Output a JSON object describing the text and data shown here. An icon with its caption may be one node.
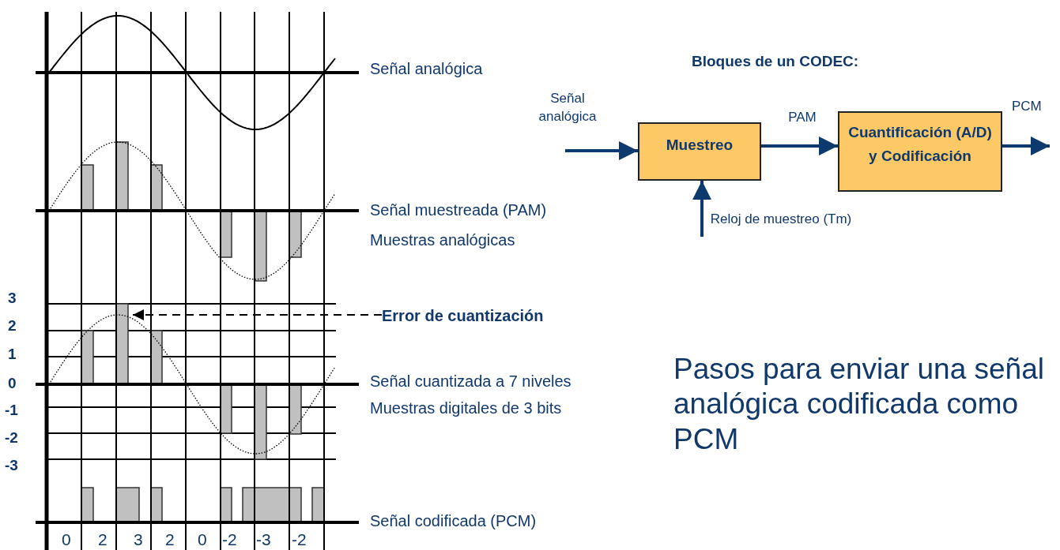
{
  "diagram": {
    "title": "Pasos para enviar una señal analógica codificada como PCM",
    "nodes": [
      {
        "text": [
          "Error de cuantización"
        ]
      },
      {
        "text": [
          "Muestreo"
        ]
      },
      {
        "text": [
          "Cuantificación (A/D) y Codificación"
        ]
      }
    ],
    "edges": [
      {
        "from": 0,
        "to": null,
        "arrow": "to",
        "style": "dashed",
        "color": "#000000"
      },
      {
        "from": null,
        "to": 1,
        "arrow": "to",
        "label": "Señal analógica"
      },
      {
        "from": 1,
        "to": 2,
        "arrow": "to",
        "label": "PAM"
      },
      {
        "from": 2,
        "to": null,
        "arrow": "to",
        "label": "PCM"
      },
      {
        "from": null,
        "to": 1,
        "arrow": "to",
        "label": "Reloj de muestreo (Tm)"
      }
    ],
    "labels": [
      "3",
      "2",
      "1",
      "0",
      "-1",
      "-2",
      "-3",
      "Señal analógica",
      "Señal muestreada (PAM)",
      "Muestras analógicas",
      "Señal cuantizada a 7 niveles",
      "Muestras digitales de 3 bits",
      "Señal codificada (PCM)",
      "0",
      "2",
      "3",
      "2",
      "0",
      "-2",
      "-3",
      "-2",
      "Bloques de un CODEC:"
    ]
  }
}
